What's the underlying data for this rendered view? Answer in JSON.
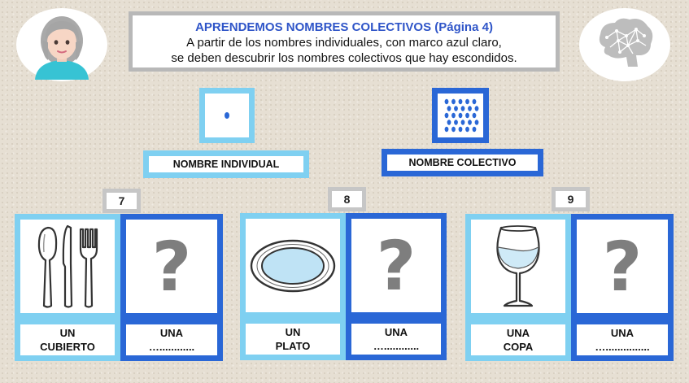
{
  "header": {
    "title": "APRENDEMOS NOMBRES COLECTIVOS  (Página 4)",
    "line1": "A partir de los nombres individuales, con marco azul claro,",
    "line2": "se deben descubrir los nombres colectivos que hay escondidos."
  },
  "legend": {
    "individual_label": "NOMBRE INDIVIDUAL",
    "collective_label": "NOMBRE COLECTIVO"
  },
  "colors": {
    "light_frame": "#7fd0f1",
    "dark_frame": "#2a67d6",
    "title_blue": "#2f55c8",
    "question_gray": "#7e7e7e"
  },
  "cards": [
    {
      "number": "7",
      "individual_icon": "cutlery-icon",
      "individual_line1": "UN",
      "individual_line2": "CUBIERTO",
      "question": "?",
      "collective_line1": "UNA",
      "collective_line2": "…............"
    },
    {
      "number": "8",
      "individual_icon": "plate-icon",
      "individual_line1": "UN",
      "individual_line2": "PLATO",
      "question": "?",
      "collective_line1": "UNA",
      "collective_line2": "…............"
    },
    {
      "number": "9",
      "individual_icon": "wine-glass-icon",
      "individual_line1": "UNA",
      "individual_line2": "COPA",
      "question": "?",
      "collective_line1": "UNA",
      "collective_line2": "…..............."
    }
  ]
}
